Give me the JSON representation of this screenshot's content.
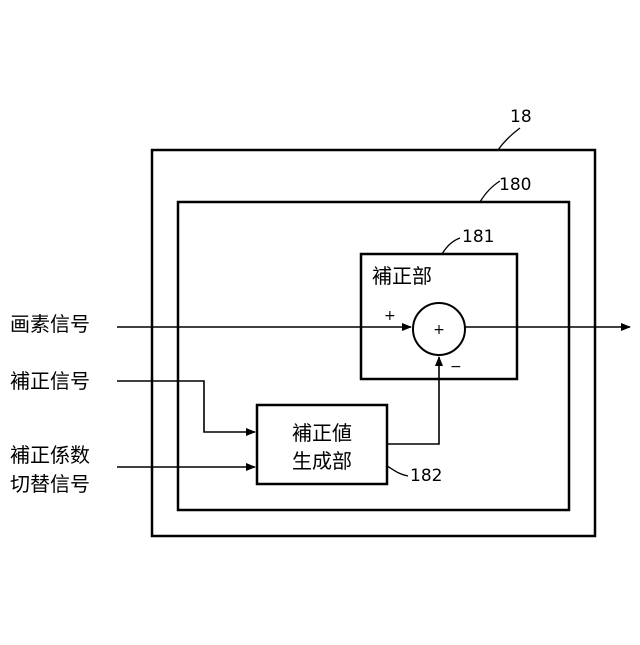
{
  "labels": {
    "ref_outer": "18",
    "ref_middle": "180",
    "ref_correction": "181",
    "ref_value_gen": "182",
    "correction_unit": "補正部",
    "value_gen_line1": "補正値",
    "value_gen_line2": "生成部",
    "input_pixel": "画素信号",
    "input_correction": "補正信号",
    "input_switch_line1": "補正係数",
    "input_switch_line2": "切替信号",
    "sum_plus": "+",
    "sum_minus": "−",
    "sum_symbol": "+"
  }
}
